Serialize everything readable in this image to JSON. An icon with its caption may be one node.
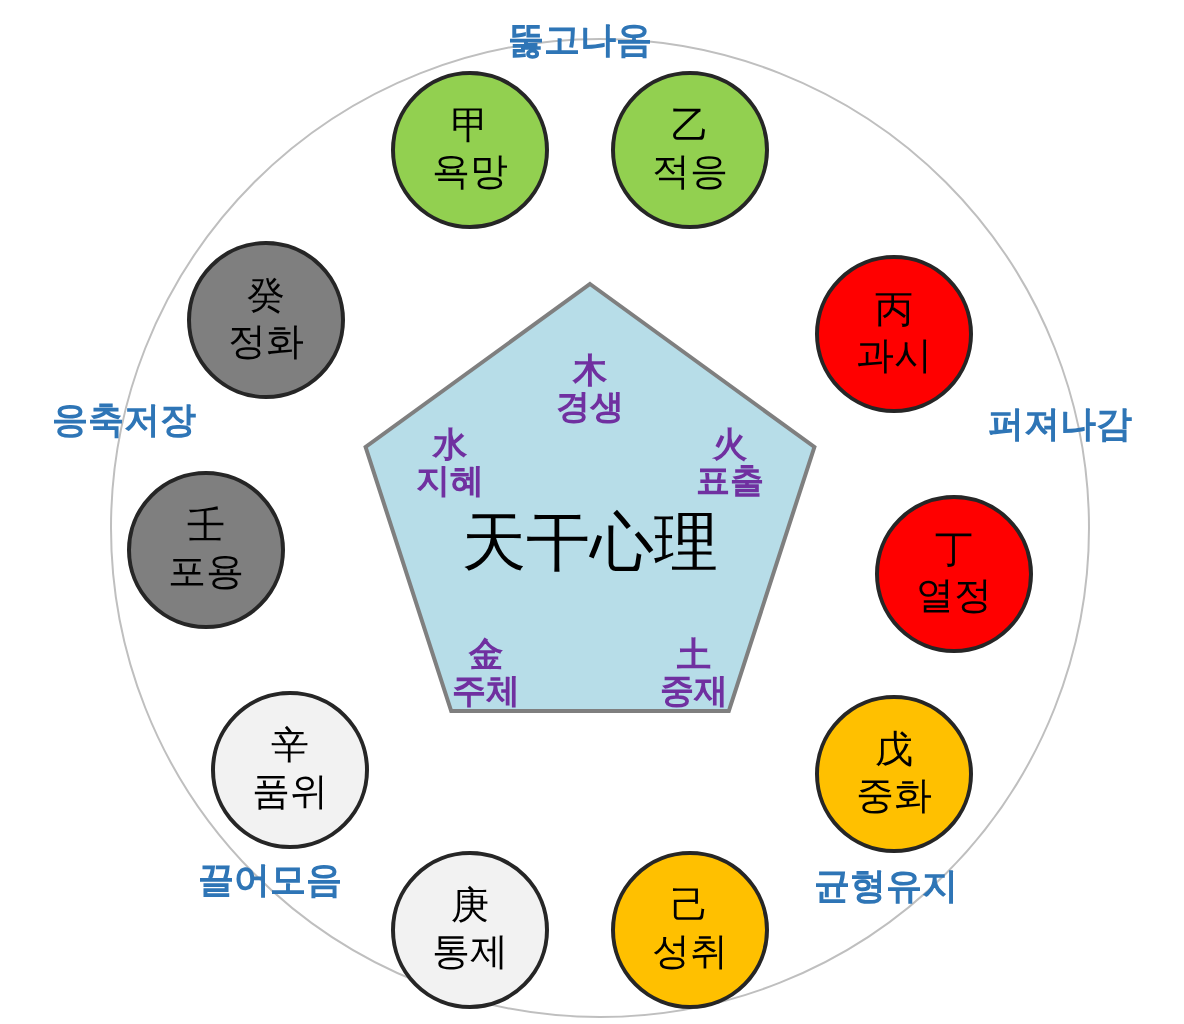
{
  "diagram": {
    "nodes": [
      {
        "text": [],
        "shape": "circle"
      },
      {
        "text": [
          "天干心理"
        ],
        "in": 0
      },
      {
        "text": [
          "甲 욕망"
        ],
        "in": 0
      },
      {
        "text": [
          "乙 적응"
        ],
        "in": 0
      },
      {
        "text": [
          "丙 과시"
        ],
        "in": 0
      },
      {
        "text": [
          "丁 열정"
        ],
        "in": 0
      },
      {
        "text": [
          "戊 중화"
        ],
        "in": 0
      },
      {
        "text": [
          "己 성취"
        ],
        "in": 0
      },
      {
        "text": [
          "庚 통제"
        ],
        "in": 0
      },
      {
        "text": [
          "辛 품위"
        ],
        "in": 0
      },
      {
        "text": [
          "壬 포용"
        ],
        "in": 0
      },
      {
        "text": [
          "癸 정화"
        ],
        "in": 0
      }
    ],
    "labels": [
      "뚫고나옴",
      "木 경생",
      "응축저장",
      "水 지혜",
      "火 표출",
      "퍼져나감",
      "金 주체",
      "土 중재",
      "끌어모음",
      "균형유지"
    ]
  }
}
